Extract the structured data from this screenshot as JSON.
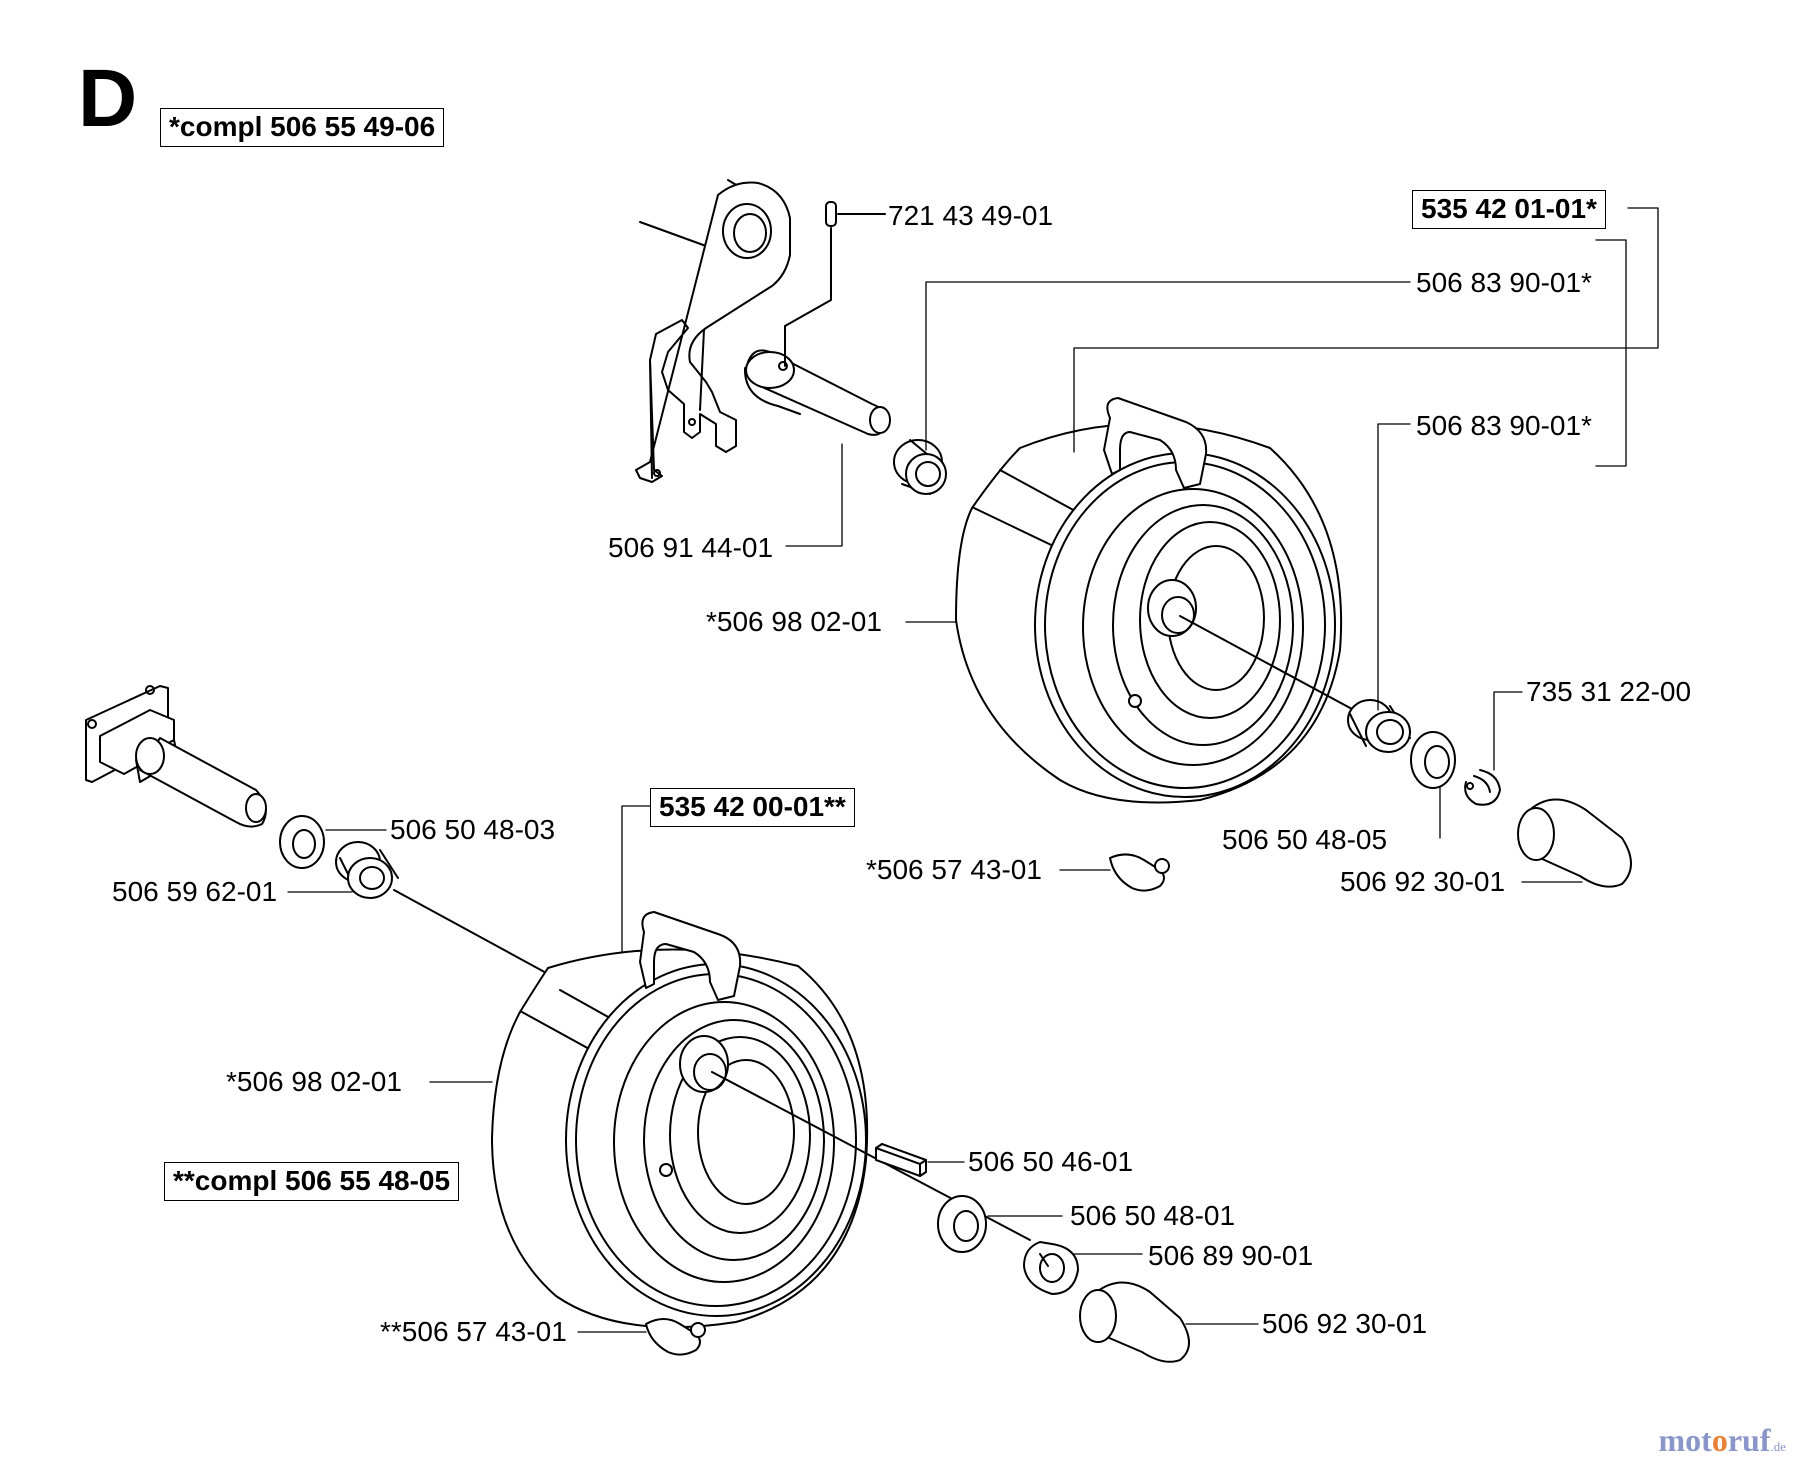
{
  "section": "D",
  "kits": {
    "top_compl": "*compl 506 55 49-06",
    "bottom_compl": "**compl 506 55 48-05",
    "top_wheel_assembly": "535 42 01-01*",
    "bottom_wheel_assembly": "535 42 00-01**"
  },
  "parts": {
    "pin": "721 43 49-01",
    "bushing_top_inner": "506 83 90-01*",
    "bushing_top_outer": "506 83 90-01*",
    "axle_top": "506 91 44-01",
    "wheel_top": "*506 98 02-01",
    "clip_top": "735 31 22-00",
    "washer_top": "506 50 48-05",
    "cap_top": "506 92 30-01",
    "valve_top": "*506 57 43-01",
    "washer_left": "506 50 48-03",
    "bushing_left": "506 59 62-01",
    "wheel_bottom": "*506 98 02-01",
    "key": "506 50 46-01",
    "washer_bottom": "506 50 48-01",
    "clip_bottom": "506 89 90-01",
    "cap_bottom": "506 92 30-01",
    "valve_bottom": "**506 57 43-01"
  },
  "watermark": {
    "brand_a": "mot",
    "brand_b": "o",
    "brand_c": "ruf",
    "tld": ".de"
  }
}
